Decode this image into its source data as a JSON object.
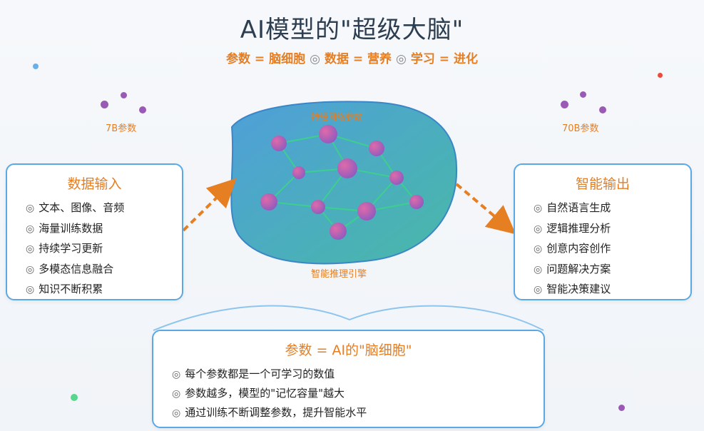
{
  "title": "AI模型的\"超级大脑\"",
  "subtitle": {
    "part1": "参数 = 脑细胞",
    "part2": "数据 = 营养",
    "part3": "学习 = 进化",
    "separator": "◎"
  },
  "labels": {
    "small_params": "7B参数",
    "large_params": "70B参数",
    "brain_top": "神经网络参数",
    "brain_bottom": "智能推理引擎"
  },
  "check_icon": "◎",
  "input_box": {
    "title": "数据输入",
    "items": [
      "文本、图像、音频",
      "海量训练数据",
      "持续学习更新",
      "多模态信息融合",
      "知识不断积累"
    ]
  },
  "output_box": {
    "title": "智能输出",
    "items": [
      "自然语言生成",
      "逻辑推理分析",
      "创意内容创作",
      "问题解决方案",
      "智能决策建议"
    ]
  },
  "bottom_box": {
    "title": "参数 = AI的\"脑细胞\"",
    "items": [
      "每个参数都是一个可学习的数值",
      "参数越多，模型的\"记忆容量\"越大",
      "通过训练不断调整参数，提升智能水平"
    ]
  },
  "colors": {
    "accent": "#e67e22",
    "border": "#5aa9e6",
    "node": "#c2448f",
    "edge": "#3ecf8e"
  }
}
